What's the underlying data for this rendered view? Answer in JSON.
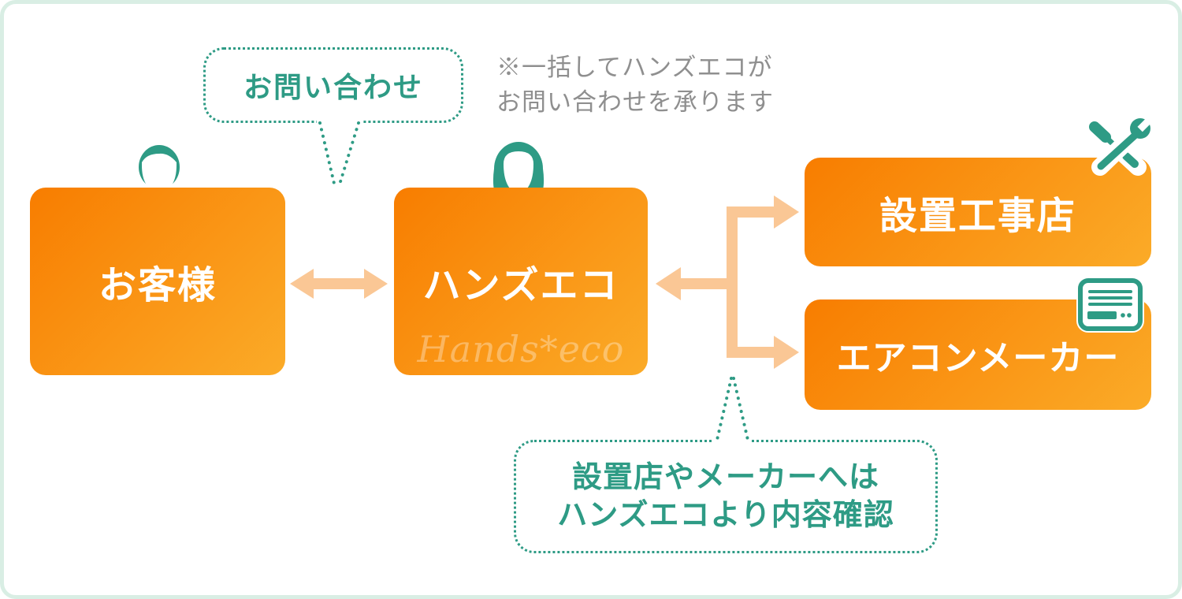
{
  "colors": {
    "orange_start": "#F87D00",
    "orange_end": "#FBAB28",
    "teal": "#2E9B85",
    "peach": "#FAC795",
    "note_gray": "#8F8F8F",
    "border_mint": "#D9EEE4"
  },
  "top_bubble": {
    "label": "お問い合わせ"
  },
  "note": {
    "line1": "※一括してハンズエコが",
    "line2": "お問い合わせを承ります"
  },
  "nodes": {
    "customer": {
      "label": "お客様",
      "icon": "customer-person-icon"
    },
    "handseco": {
      "label": "ハンズエコ",
      "watermark": "Hands*eco",
      "icon": "operator-person-icon"
    },
    "installer": {
      "label": "設置工事店",
      "icon": "crossed-tools-icon"
    },
    "manufacturer": {
      "label": "エアコンメーカー",
      "icon": "air-conditioner-icon"
    }
  },
  "bottom_bubble": {
    "line1": "設置店やメーカーへは",
    "line2": "ハンズエコより内容確認"
  }
}
